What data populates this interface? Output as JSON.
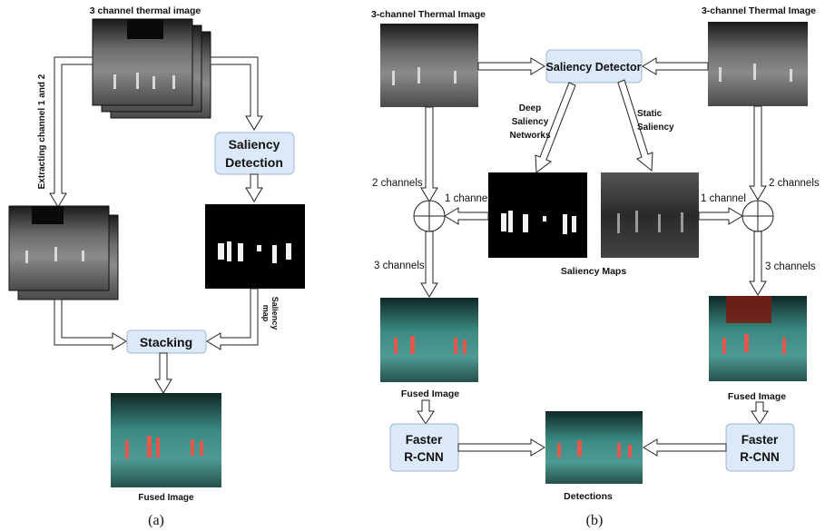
{
  "panel_a": {
    "thermal_label": "3 channel thermal image",
    "extract_label": "Extracting channel 1 and 2",
    "saliency_box": [
      "Saliency",
      "Detection"
    ],
    "stacking_box": "Stacking",
    "saliency_map_label": [
      "Saliency",
      "map"
    ],
    "fused_label": "Fused Image",
    "caption": "(a)"
  },
  "panel_b": {
    "thermal_left": "3-channel Thermal Image",
    "thermal_right": "3-channel Thermal Image",
    "detector_box": "Saliency Detector",
    "deep_saliency": [
      "Deep",
      "Saliency",
      "Networks"
    ],
    "static_saliency": [
      "Static",
      "Saliency"
    ],
    "two_channels_left": "2 channels",
    "two_channels_right": "2 channels",
    "one_channel_left": "1 channel",
    "one_channel_right": "1 channel",
    "three_channels_left": "3 channels",
    "three_channels_right": "3 channels",
    "saliency_maps": "Saliency Maps",
    "fused_left": "Fused Image",
    "fused_right": "Fused Image",
    "rcnn_left": [
      "Faster",
      "R-CNN"
    ],
    "rcnn_right": [
      "Faster",
      "R-CNN"
    ],
    "detections": "Detections",
    "caption": "(b)"
  },
  "colors": {
    "box_fill": "#dce9f8",
    "thermal_gray": "#5a5a5a",
    "fused_teal": "#2f6f6a",
    "person_red": "#e2584a",
    "saliency_white": "#f2f2f2"
  }
}
